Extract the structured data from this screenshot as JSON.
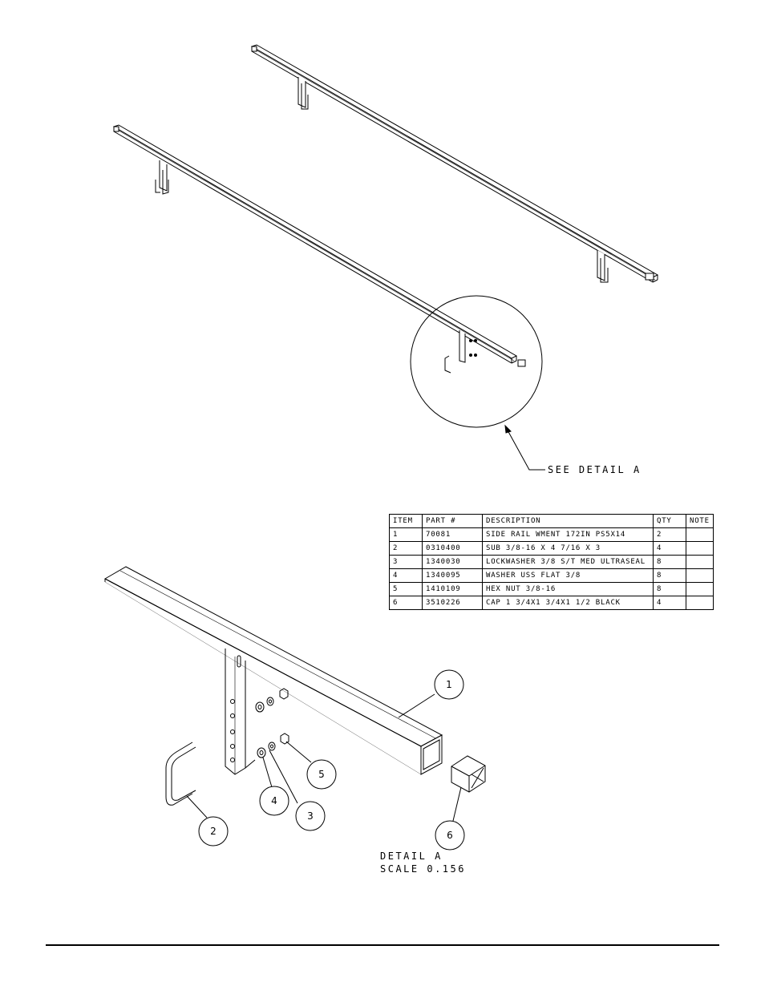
{
  "callout": {
    "see_detail": "SEE DETAIL  A"
  },
  "detail": {
    "title": "DETAIL  A",
    "scale": "SCALE  0.156"
  },
  "bom": {
    "headers": {
      "item": "ITEM",
      "part": "PART #",
      "description": "DESCRIPTION",
      "qty": "QTY",
      "note": "NOTE"
    },
    "rows": [
      {
        "item": "1",
        "part": "70081",
        "description": "SIDE RAIL WMENT 172IN PS5X14",
        "qty": "2",
        "note": ""
      },
      {
        "item": "2",
        "part": "0310400",
        "description": "SUB 3/8-16 X 4 7/16 X 3",
        "qty": "4",
        "note": ""
      },
      {
        "item": "3",
        "part": "1340030",
        "description": "LOCKWASHER 3/8 S/T MED ULTRASEAL",
        "qty": "8",
        "note": ""
      },
      {
        "item": "4",
        "part": "1340095",
        "description": "WASHER USS FLAT 3/8",
        "qty": "8",
        "note": ""
      },
      {
        "item": "5",
        "part": "1410109",
        "description": "HEX NUT 3/8-16",
        "qty": "8",
        "note": ""
      },
      {
        "item": "6",
        "part": "3510226",
        "description": "CAP 1 3/4X1 3/4X1 1/2 BLACK",
        "qty": "4",
        "note": ""
      }
    ]
  },
  "balloons": [
    "1",
    "2",
    "3",
    "4",
    "5",
    "6"
  ]
}
